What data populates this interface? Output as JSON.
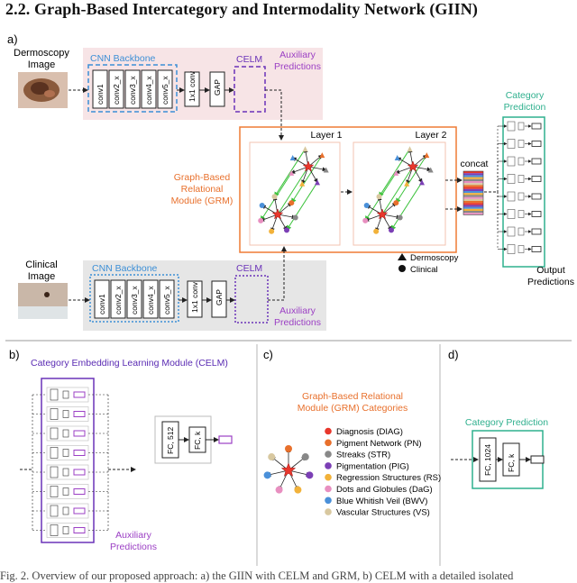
{
  "heading": "2.2.  Graph-Based Intercategory and Intermodality Network (GIIN)",
  "panel_a": {
    "label": "a)",
    "dermoscopy_image_label": [
      "Dermoscopy",
      "Image"
    ],
    "clinical_image_label": [
      "Clinical",
      "Image"
    ],
    "cnn_backbone_label": "CNN Backbone",
    "conv_layers": [
      "conv1",
      "conv2_x",
      "conv3_x",
      "conv4_x",
      "conv5_x"
    ],
    "conv1x1_label": "1x1 conv",
    "gap_label": "GAP",
    "celm_label": "CELM",
    "auxiliary_predictions_label": [
      "Auxiliary",
      "Predictions"
    ],
    "grm_label": [
      "Graph-Based",
      "Relational",
      "Module (GRM)"
    ],
    "layer1_label": "Layer 1",
    "layer2_label": "Layer 2",
    "concat_label": "concat",
    "category_prediction_label": [
      "Category",
      "Prediction"
    ],
    "output_predictions_label": [
      "Output",
      "Predictions"
    ],
    "legend": [
      "Dermoscopy",
      "Clinical"
    ]
  },
  "panel_b": {
    "label": "b)",
    "title": "Category Embedding Learning Module (CELM)",
    "fc512_label": "FC, 512",
    "fck_label": "FC, k",
    "auxiliary_predictions_label": [
      "Auxiliary",
      "Predictions"
    ]
  },
  "panel_c": {
    "label": "c)",
    "title": [
      "Graph-Based Relational",
      "Module (GRM) Categories"
    ],
    "categories": [
      {
        "name": "Diagnosis (DIAG)",
        "color": "#e8372c"
      },
      {
        "name": "Pigment Network (PN)",
        "color": "#e8702c"
      },
      {
        "name": "Streaks (STR)",
        "color": "#888888"
      },
      {
        "name": "Pigmentation (PIG)",
        "color": "#7b3fb5"
      },
      {
        "name": "Regression Structures (RS)",
        "color": "#f2b23a"
      },
      {
        "name": "Dots and Globules (DaG)",
        "color": "#e88fc0"
      },
      {
        "name": "Blue Whitish Veil (BWV)",
        "color": "#4a90d9"
      },
      {
        "name": "Vascular Structures (VS)",
        "color": "#d8c8a0"
      }
    ]
  },
  "panel_d": {
    "label": "d)",
    "title": "Category Prediction",
    "fc1024_label": "FC, 1024",
    "fck_label": "FC, k"
  },
  "caption": "Fig. 2. Overview of our proposed approach: a) the GIIN with CELM and GRM, b) CELM with a detailed isolated"
}
